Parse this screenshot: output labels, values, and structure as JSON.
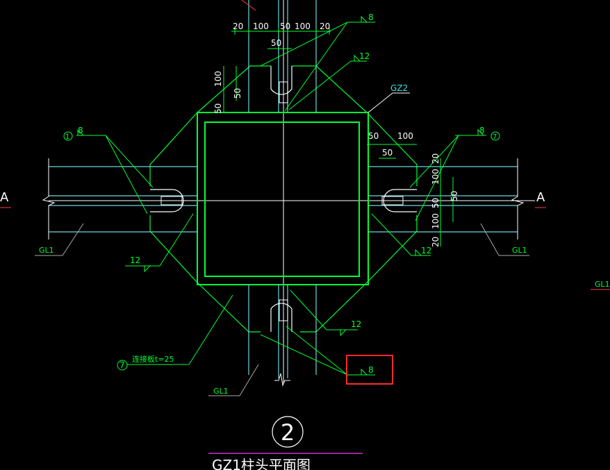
{
  "colors": {
    "background": "#000000",
    "member": "#6cd7df",
    "plate": "#00ff33",
    "axis": "#ffffff",
    "leader_red": "#ff3b3b",
    "title_line": "#cc33cc",
    "highlight": "#ff2a2a"
  },
  "dims": {
    "top_20a": "20",
    "top_100a": "100",
    "top_50": "50",
    "top_100b": "100",
    "top_20b": "20",
    "top_50_lower": "50",
    "left_100": "100",
    "left_50a": "50",
    "left_50b": "50",
    "right_50a": "50",
    "right_100": "100",
    "right_50b": "50",
    "rv_20a": "20",
    "rv_100a": "100",
    "rv_50": "50",
    "rv_100b": "100",
    "rv_20b": "20"
  },
  "welds": {
    "top_right_8": "8",
    "top_right_12": "12",
    "left_circle": "1",
    "left_8": "8",
    "right_8": "8",
    "right_circle": "7",
    "left_12": "12",
    "right_12": "12",
    "bottom_12": "12",
    "bottom_8": "8"
  },
  "labels": {
    "column": "GZ2",
    "beam_left": "GL1",
    "beam_right": "GL1",
    "beam_far_right": "GL1",
    "beam_bottom": "GL1",
    "section_left": "A",
    "section_right": "A",
    "plate_circle": "7",
    "plate_note": "连接板t=25"
  },
  "title": {
    "number": "2",
    "caption": "GZ1柱头平面图"
  }
}
